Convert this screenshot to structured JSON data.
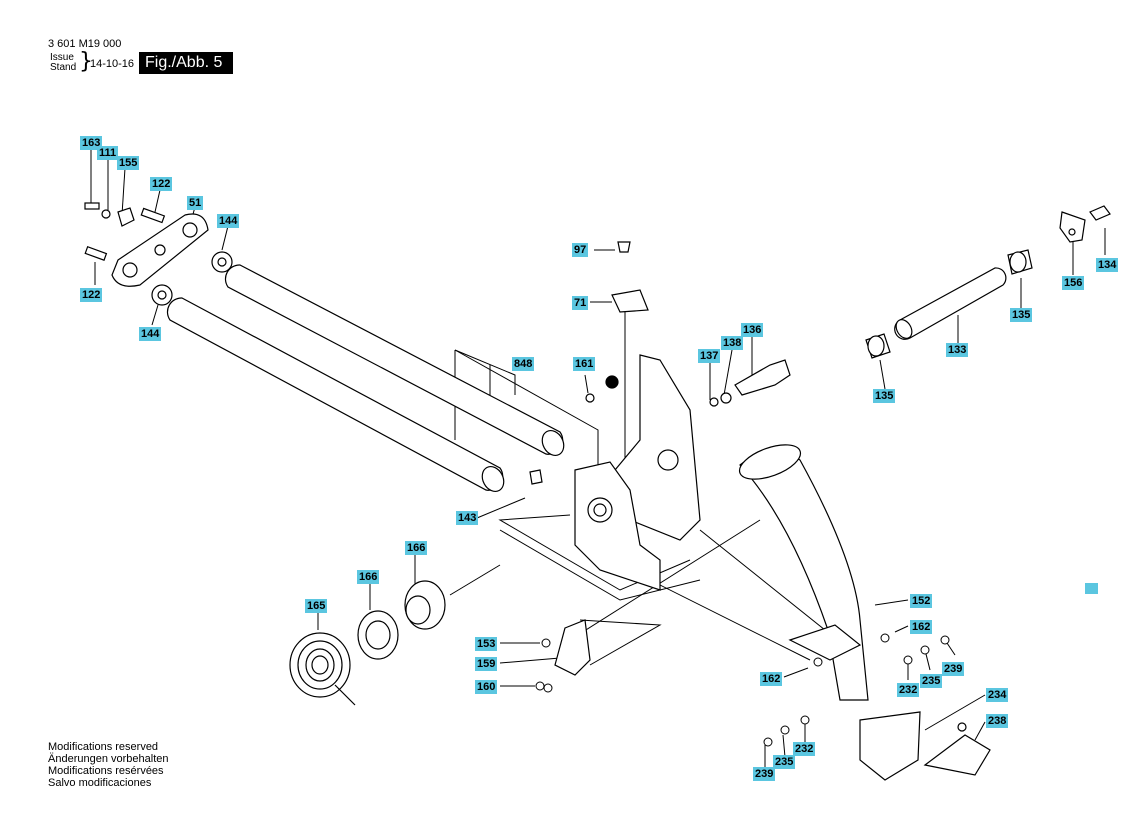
{
  "header": {
    "part_number": "3 601 M19 000",
    "issue_line1": "Issue",
    "issue_line2": "Stand",
    "issue_date": "14-10-16",
    "figure": "Fig./Abb. 5"
  },
  "labels": {
    "l163": "163",
    "l111": "111",
    "l155": "155",
    "l122a": "122",
    "l51": "51",
    "l144a": "144",
    "l122b": "122",
    "l144b": "144",
    "l97": "97",
    "l71": "71",
    "l161": "161",
    "l848": "848",
    "l137": "137",
    "l138": "138",
    "l136": "136",
    "l143": "143",
    "l134": "134",
    "l156": "156",
    "l135a": "135",
    "l133": "133",
    "l135b": "135",
    "l166a": "166",
    "l166b": "166",
    "l165": "165",
    "l153": "153",
    "l159": "159",
    "l160": "160",
    "l152": "152",
    "l162a": "162",
    "l162b": "162",
    "l239a": "239",
    "l232a": "232",
    "l235a": "235",
    "l234": "234",
    "l238": "238",
    "l232b": "232",
    "l235b": "235",
    "l239b": "239"
  },
  "notes": [
    "Modifications reserved",
    "Änderungen vorbehalten",
    "Modifications resérvées",
    "Salvo modificaciones"
  ],
  "colors": {
    "label_bg": "#5bc6e0",
    "line": "#000000"
  }
}
